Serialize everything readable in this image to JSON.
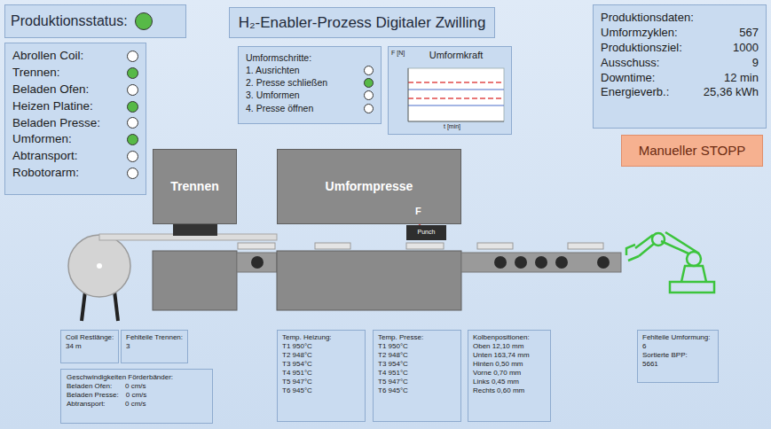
{
  "diagram": {
    "title": "H₂-Enabler-Prozess Digitaler Zwilling",
    "nodes": [
      {
        "text": [
          "Produktionsstatus:"
        ]
      },
      {
        "text": [
          "Abrollen Coil:",
          "Trennen:",
          "Beladen Ofen:",
          "Heizen Platine:",
          "Beladen Presse:",
          "Umformen:",
          "Abtransport:",
          "Robotorarm:"
        ]
      },
      {
        "text": [
          "Umformschritte:",
          "1. Ausrichten",
          "2. Presse schließen",
          "3. Umformen",
          "4. Presse öffnen"
        ]
      },
      {
        "text": [
          "Umformkraft",
          "F [N]",
          "t [min]"
        ]
      },
      {
        "text": [
          "Produktionsdaten:",
          "Umformzyklen:",
          "567",
          "Produktionsziel:",
          "1000",
          "Ausschuss:",
          "9",
          "Downtime:",
          "12 min",
          "Energieverb.:",
          "25,36 kWh"
        ]
      },
      {
        "text": [
          "Manueller STOPP"
        ]
      },
      {
        "text": [
          "Trennen"
        ]
      },
      {
        "text": [
          "Umformpresse"
        ]
      },
      {
        "text": [
          "Punch"
        ]
      },
      {
        "text": [
          "Coil Restlänge:",
          "34 m"
        ]
      },
      {
        "text": [
          "Fehlteile Trennen:",
          "3"
        ]
      },
      {
        "text": [
          "Geschwindigkeiten Förderbänder:",
          "Beladen Ofen:",
          "0 cm/s",
          "Beladen Presse:",
          "0 cm/s",
          "Abtransport:",
          "0 cm/s"
        ]
      },
      {
        "text": [
          "Temp. Heizung:",
          "T1 950°C",
          "T2 948°C",
          "T3 954°C",
          "T4 951°C",
          "T5 947°C",
          "T6 945°C"
        ]
      },
      {
        "text": [
          "Temp. Presse:",
          "T1 950°C",
          "T2 948°C",
          "T3 954°C",
          "T4 951°C",
          "T5 947°C",
          "T6 945°C"
        ]
      },
      {
        "text": [
          "Kolbenpositionen:",
          "Oben 12,10 mm",
          "Unten 163,74 mm",
          "Hinten 0,50 mm",
          "Vorne 0,70 mm",
          "Links 0,45 mm",
          "Rechts 0,60 mm"
        ]
      },
      {
        "text": [
          "Fehlteile Umformung:",
          "6",
          "Sortierte BPP:",
          "5661"
        ]
      }
    ],
    "labels": [
      "F"
    ]
  }
}
